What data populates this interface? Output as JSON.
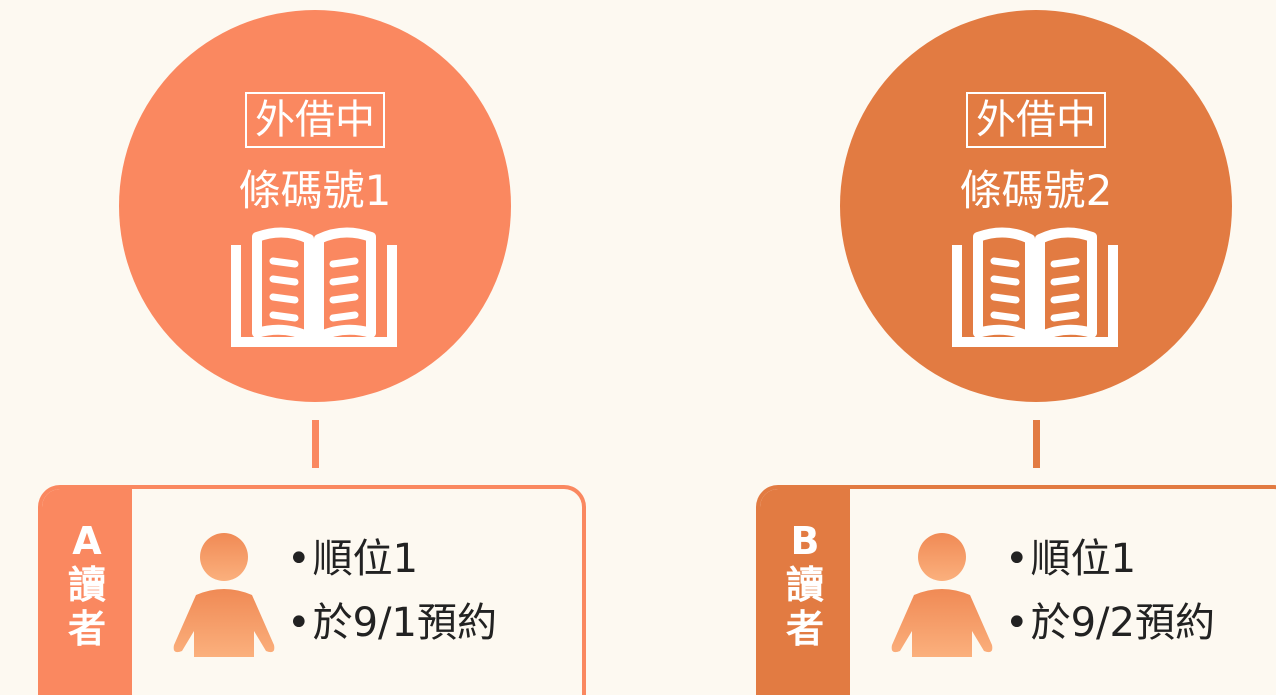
{
  "books": [
    {
      "status": "外借中",
      "barcode": "條碼號1",
      "reader": {
        "letter": "A",
        "label_1": "讀",
        "label_2": "者",
        "queue": "順位1",
        "reserved": "於9/1預約"
      }
    },
    {
      "status": "外借中",
      "barcode": "條碼號2",
      "reader": {
        "letter": "B",
        "label_1": "讀",
        "label_2": "者",
        "queue": "順位1",
        "reserved": "於9/2預約"
      }
    }
  ],
  "icons": {
    "book": "open-book-icon",
    "person": "person-icon"
  },
  "colors": {
    "background": "#fdf9f1",
    "book_1_accent": "#fa8860",
    "book_2_accent": "#e27b42",
    "person_gradient_top": "#f08a55",
    "person_gradient_bottom": "#fbb07d"
  }
}
